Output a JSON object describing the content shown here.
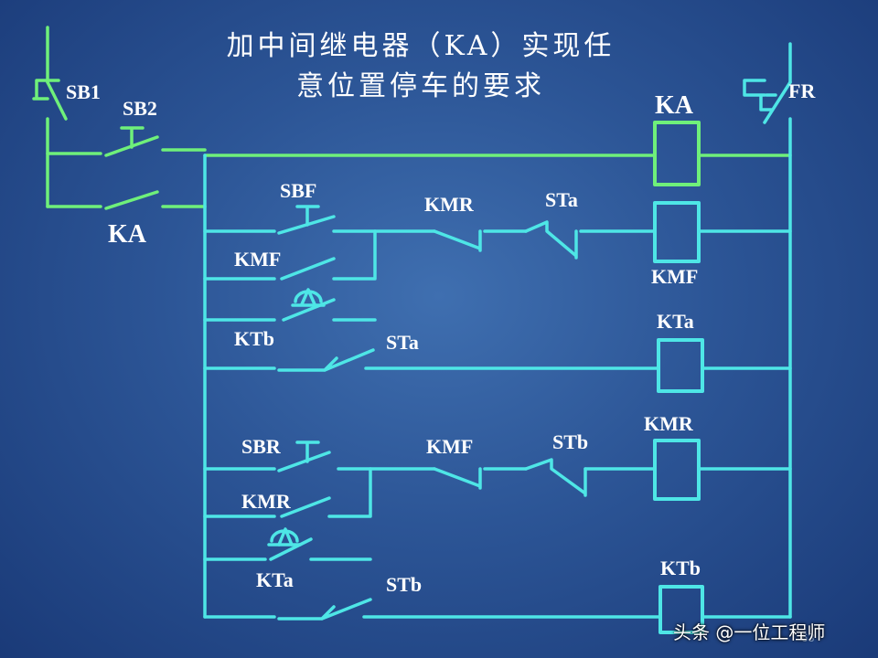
{
  "title": {
    "line1": "加中间继电器（KA）实现任",
    "line2": "意位置停车的要求"
  },
  "colors": {
    "green_wire": "#6ff07a",
    "cyan_wire": "#4ee6e6",
    "text": "#ffffff"
  },
  "labels": {
    "sb1": "SB1",
    "sb2": "SB2",
    "fr": "FR",
    "ka_coil": "KA",
    "ka_contact": "KA",
    "sbf": "SBF",
    "kmr_nc_top": "KMR",
    "sta_nc_top": "STa",
    "kmf_coil": "KMF",
    "kmf_holding": "KMF",
    "ktb_contact": "KTb",
    "sta_no": "STa",
    "kta_coil": "KTa",
    "sbr": "SBR",
    "kmf_nc_bottom": "KMF",
    "stb_nc": "STb",
    "kmr_coil": "KMR",
    "kmr_holding": "KMR",
    "kta_contact": "KTa",
    "stb_no": "STb",
    "ktb_coil": "KTb"
  },
  "page_number": "63",
  "watermark": "头条 @一位工程师"
}
